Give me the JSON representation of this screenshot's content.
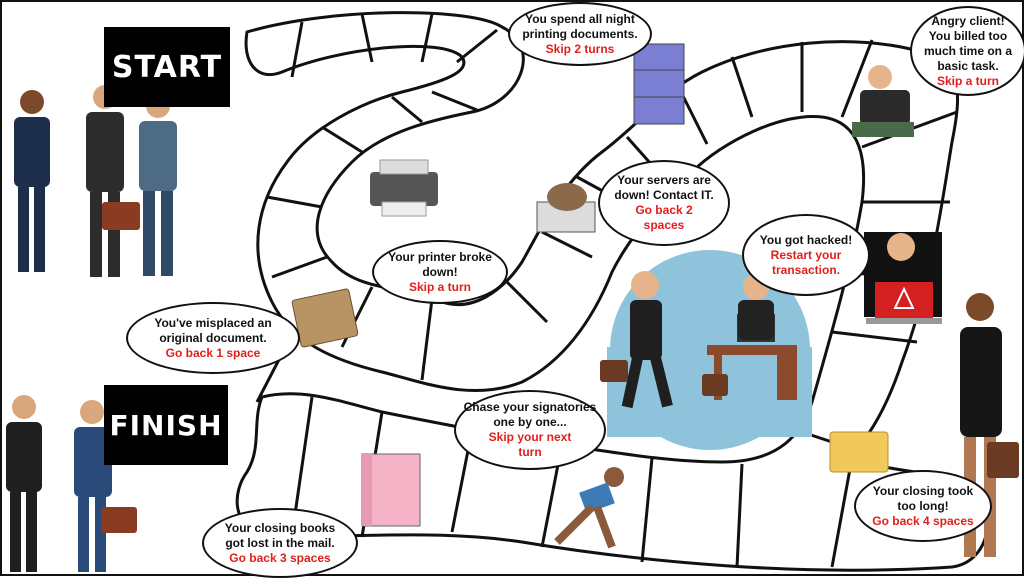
{
  "labels": {
    "start": "START",
    "finish": "FINISH"
  },
  "bubbles": {
    "printing": {
      "text": "You spend all night printing documents.",
      "penalty": "Skip 2 turns"
    },
    "angry_client": {
      "text": "Angry client! You billed too much time on a basic task.",
      "penalty": "Skip a turn"
    },
    "servers": {
      "text": "Your servers are down! Contact IT.",
      "penalty": "Go back 2 spaces"
    },
    "hacked": {
      "text": "You got hacked!",
      "penalty": "Restart your transaction."
    },
    "printer": {
      "text": "Your printer broke down!",
      "penalty": "Skip a turn"
    },
    "misplaced": {
      "text": "You've misplaced an original document.",
      "penalty": "Go back 1 space"
    },
    "signatories": {
      "text": "Chase your signatories one by one...",
      "penalty": "Skip your next turn"
    },
    "closing_long": {
      "text": "Your closing took too long!",
      "penalty": "Go back 4 spaces"
    },
    "closing_books": {
      "text": "Your closing books got lost in the mail.",
      "penalty": "Go back 3 spaces"
    }
  },
  "colors": {
    "penalty": "#e0201c",
    "board_fill": "#ffffff",
    "scene_bg": "#8ec3db"
  },
  "icons": [
    "printer-icon",
    "filing-cabinet-icon",
    "sloth-icon",
    "angry-client-icon",
    "hacked-laptop-icon",
    "parcel-icon",
    "binder-icon",
    "folder-icon",
    "runner-icon",
    "businesspeople-icon",
    "office-scene-icon"
  ]
}
